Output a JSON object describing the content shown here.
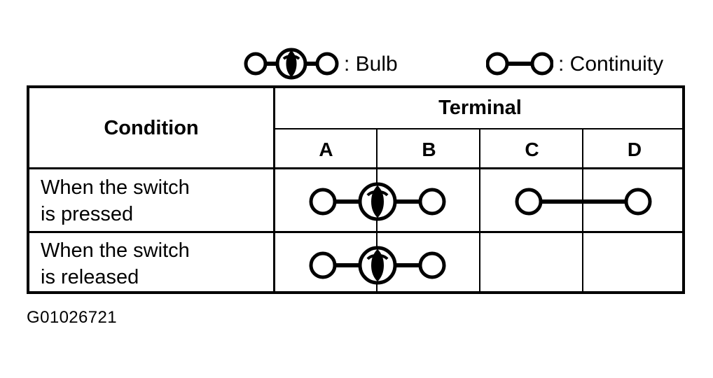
{
  "legend": {
    "items": [
      {
        "symbol": "bulb-symbol",
        "separator": ":",
        "label": ": Bulb"
      },
      {
        "symbol": "continuity-symbol",
        "separator": ":",
        "label": ": Continuity"
      }
    ]
  },
  "table": {
    "condition_header": "Condition",
    "terminal_header": "Terminal",
    "terminals": [
      "A",
      "B",
      "C",
      "D"
    ],
    "rows": [
      {
        "condition_line1": "When the switch",
        "condition_line2": "is pressed",
        "connections": [
          {
            "symbol": "bulb-symbol",
            "from": "A",
            "to": "B"
          },
          {
            "symbol": "continuity-symbol",
            "from": "C",
            "to": "D"
          }
        ]
      },
      {
        "condition_line1": "When the switch",
        "condition_line2": "is released",
        "connections": [
          {
            "symbol": "bulb-symbol",
            "from": "A",
            "to": "B"
          }
        ]
      }
    ]
  },
  "caption": "G01026721",
  "colors": {
    "ink": "#000000",
    "paper": "#ffffff"
  }
}
